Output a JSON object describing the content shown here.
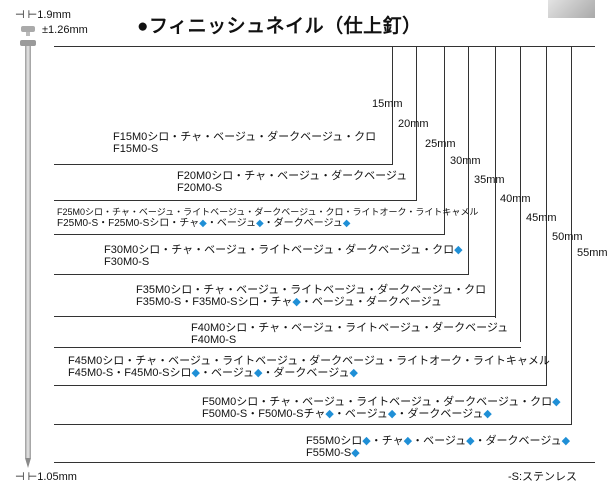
{
  "title": "●フィニッシュネイル（仕上釘）",
  "dims": {
    "head_dia": "1.9mm",
    "head_thick": "1.26mm",
    "shank_dia": "1.05mm"
  },
  "accent_color": "#1f8fd6",
  "lengths": [
    "15mm",
    "20mm",
    "25mm",
    "30mm",
    "35mm",
    "40mm",
    "45mm",
    "50mm",
    "55mm"
  ],
  "products": [
    {
      "line1": "F15M0シロ・チャ・ベージュ・ダークベージュ・クロ",
      "line2": "F15M0-S"
    },
    {
      "line1": "F20M0シロ・チャ・ベージュ・ダークベージュ",
      "line2": "F20M0-S"
    },
    {
      "line1": "F25M0シロ・チャ・ベージュ・ライトベージュ・ダークベージュ・クロ・ライトオーク・ライトキャメル",
      "line2": "F25M0-S・F25M0-Sシロ・チャ◆・ベージュ◆・ダークベージュ◆"
    },
    {
      "line1": "F30M0シロ・チャ・ベージュ・ライトベージュ・ダークベージュ・クロ◆",
      "line2": "F30M0-S"
    },
    {
      "line1": "F35M0シロ・チャ・ベージュ・ライトベージュ・ダークベージュ・クロ",
      "line2": "F35M0-S・F35M0-Sシロ・チャ◆・ベージュ・ダークベージュ"
    },
    {
      "line1": "F40M0シロ・チャ・ベージュ・ライトベージュ・ダークベージュ",
      "line2": "F40M0-S"
    },
    {
      "line1": "F45M0シロ・チャ・ベージュ・ライトベージュ・ダークベージュ・ライトオーク・ライトキャメル",
      "line2": "F45M0-S・F45M0-Sシロ◆・ベージュ◆・ダークベージュ◆"
    },
    {
      "line1": "F50M0シロ・チャ・ベージュ・ライトベージュ・ダークベージュ・クロ◆",
      "line2": "F50M0-S・F50M0-Sチャ◆・ベージュ◆・ダークベージュ◆"
    },
    {
      "line1": "F55M0シロ◆・チャ◆・ベージュ◆・ダークベージュ◆",
      "line2": "F55M0-S◆"
    }
  ],
  "footnote": "-S:ステンレス"
}
